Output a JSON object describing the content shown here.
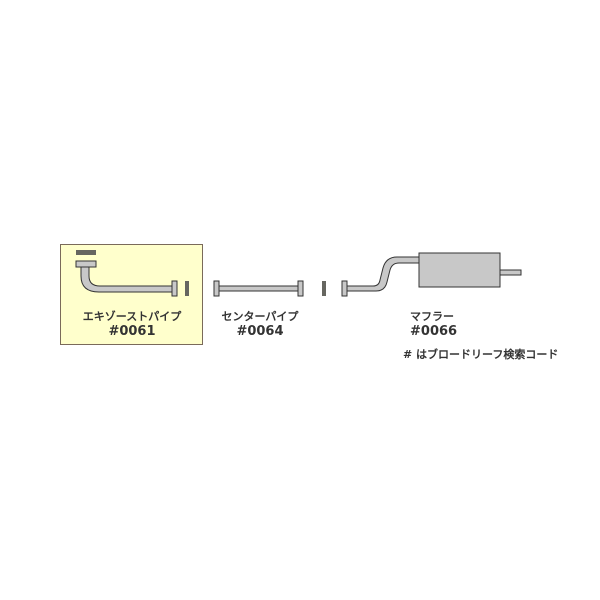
{
  "parts": [
    {
      "name": "エキゾーストパイプ",
      "code": "#0061",
      "highlighted": true
    },
    {
      "name": "センターパイプ",
      "code": "#0064",
      "highlighted": false
    },
    {
      "name": "マフラー",
      "code": "#0066",
      "highlighted": false
    }
  ],
  "note": "# はブロードリーフ検索コード",
  "colors": {
    "highlight_bg": "#ffffcc",
    "highlight_border": "#7a6a5a",
    "pipe_fill": "#c8c8c8",
    "pipe_stroke": "#333333",
    "gasket": "#666660"
  }
}
